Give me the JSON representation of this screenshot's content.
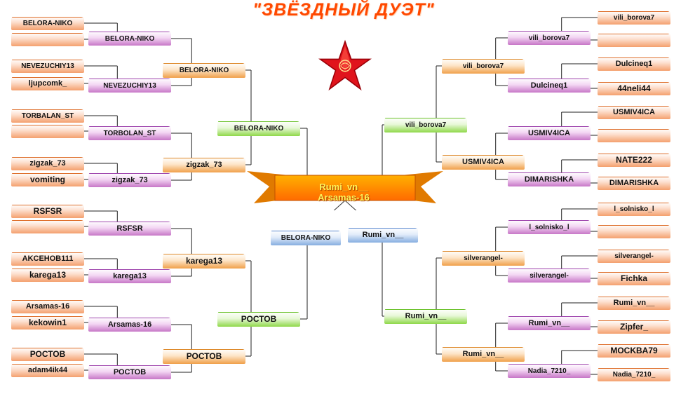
{
  "title": "\"ЗВЁЗДНЫЙ ДУЭТ\"",
  "final": [
    "Rumi_vn__",
    "Arsamas-16"
  ],
  "left": {
    "r1": [
      "BELORA-NIKO",
      "",
      "NEVEZUCHIY13",
      "ljupcomk_",
      "TORBALAN_ST",
      "",
      "zigzak_73",
      "vomiting",
      "RSFSR",
      "",
      "AKCEHOB111",
      "karega13",
      "Arsamas-16",
      "kekowin1",
      "РОСТОВ",
      "adam4ik44"
    ],
    "r2": [
      "BELORA-NIKO",
      "NEVEZUCHIY13",
      "TORBOLAN_ST",
      "zigzak_73",
      "RSFSR",
      "karega13",
      "Arsamas-16",
      "РОСТОВ"
    ],
    "r3": [
      "BELORA-NIKO",
      "zigzak_73",
      "karega13",
      "РОСТОВ"
    ],
    "r4": [
      "BELORA-NIKO",
      "РОСТОВ"
    ],
    "r5": [
      "BELORA-NIKO"
    ]
  },
  "right": {
    "r1": [
      "vili_borova7",
      "",
      "Dulcineq1",
      "44neli44",
      "USMIV4ICA",
      "",
      "NATE222",
      "DIMARISHKA",
      "l_solnisko_l",
      "",
      "silverangel-",
      "Fichka",
      "Rumi_vn__",
      "Zipfer_",
      "MOCKBA79",
      "Nadia_7210_"
    ],
    "r2": [
      "vili_borova7",
      "Dulcineq1",
      "USMIV4ICA",
      "DIMARISHKA",
      "l_solnisko_l",
      "silverangel-",
      "Rumi_vn__",
      "Nadia_7210_"
    ],
    "r3": [
      "vili_borova7",
      "USMIV4ICA",
      "silverangel-",
      "Rumi_vn__"
    ],
    "r4": [
      "vili_borova7",
      "Rumi_vn__"
    ],
    "r5": [
      "Rumi_vn__"
    ]
  }
}
